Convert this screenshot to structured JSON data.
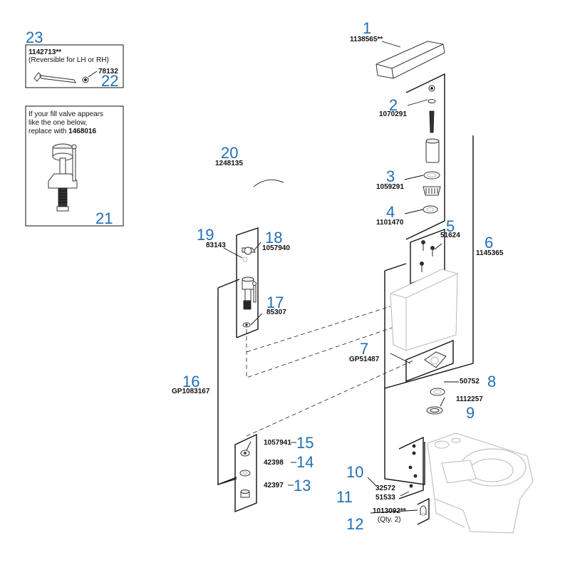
{
  "callouts": [
    {
      "num": "1",
      "part": "1138565**"
    },
    {
      "num": "2",
      "part": "1070291"
    },
    {
      "num": "3",
      "part": "1059291"
    },
    {
      "num": "4",
      "part": "1101470"
    },
    {
      "num": "5",
      "part": "51624"
    },
    {
      "num": "6",
      "part": "1145365"
    },
    {
      "num": "7",
      "part": "GP51487"
    },
    {
      "num": "8",
      "part": "50752"
    },
    {
      "num": "9",
      "part": "1112257"
    },
    {
      "num": "10",
      "part": "32572"
    },
    {
      "num": "11",
      "part": "51533"
    },
    {
      "num": "12",
      "part": "1013092**",
      "note": "(Qty. 2)"
    },
    {
      "num": "13",
      "part": "42397"
    },
    {
      "num": "14",
      "part": "42398"
    },
    {
      "num": "15",
      "part": "1057941"
    },
    {
      "num": "16",
      "part": "GP1083167"
    },
    {
      "num": "17",
      "part": "85307"
    },
    {
      "num": "18",
      "part": "1057940"
    },
    {
      "num": "19",
      "part": "83143"
    },
    {
      "num": "20",
      "part": "1248135"
    },
    {
      "num": "21"
    },
    {
      "num": "22",
      "part": "78132"
    },
    {
      "num": "23",
      "part": "1142713**",
      "note": "(Reversible for LH or RH)"
    }
  ],
  "fill_valve_note": {
    "line1": "If your fill valve appears",
    "line2": "like the one below,",
    "line3_prefix": "replace with ",
    "line3_part": "1468016"
  },
  "colors": {
    "callout": "#1f6fb4",
    "text": "#111111",
    "line": "#111111"
  }
}
